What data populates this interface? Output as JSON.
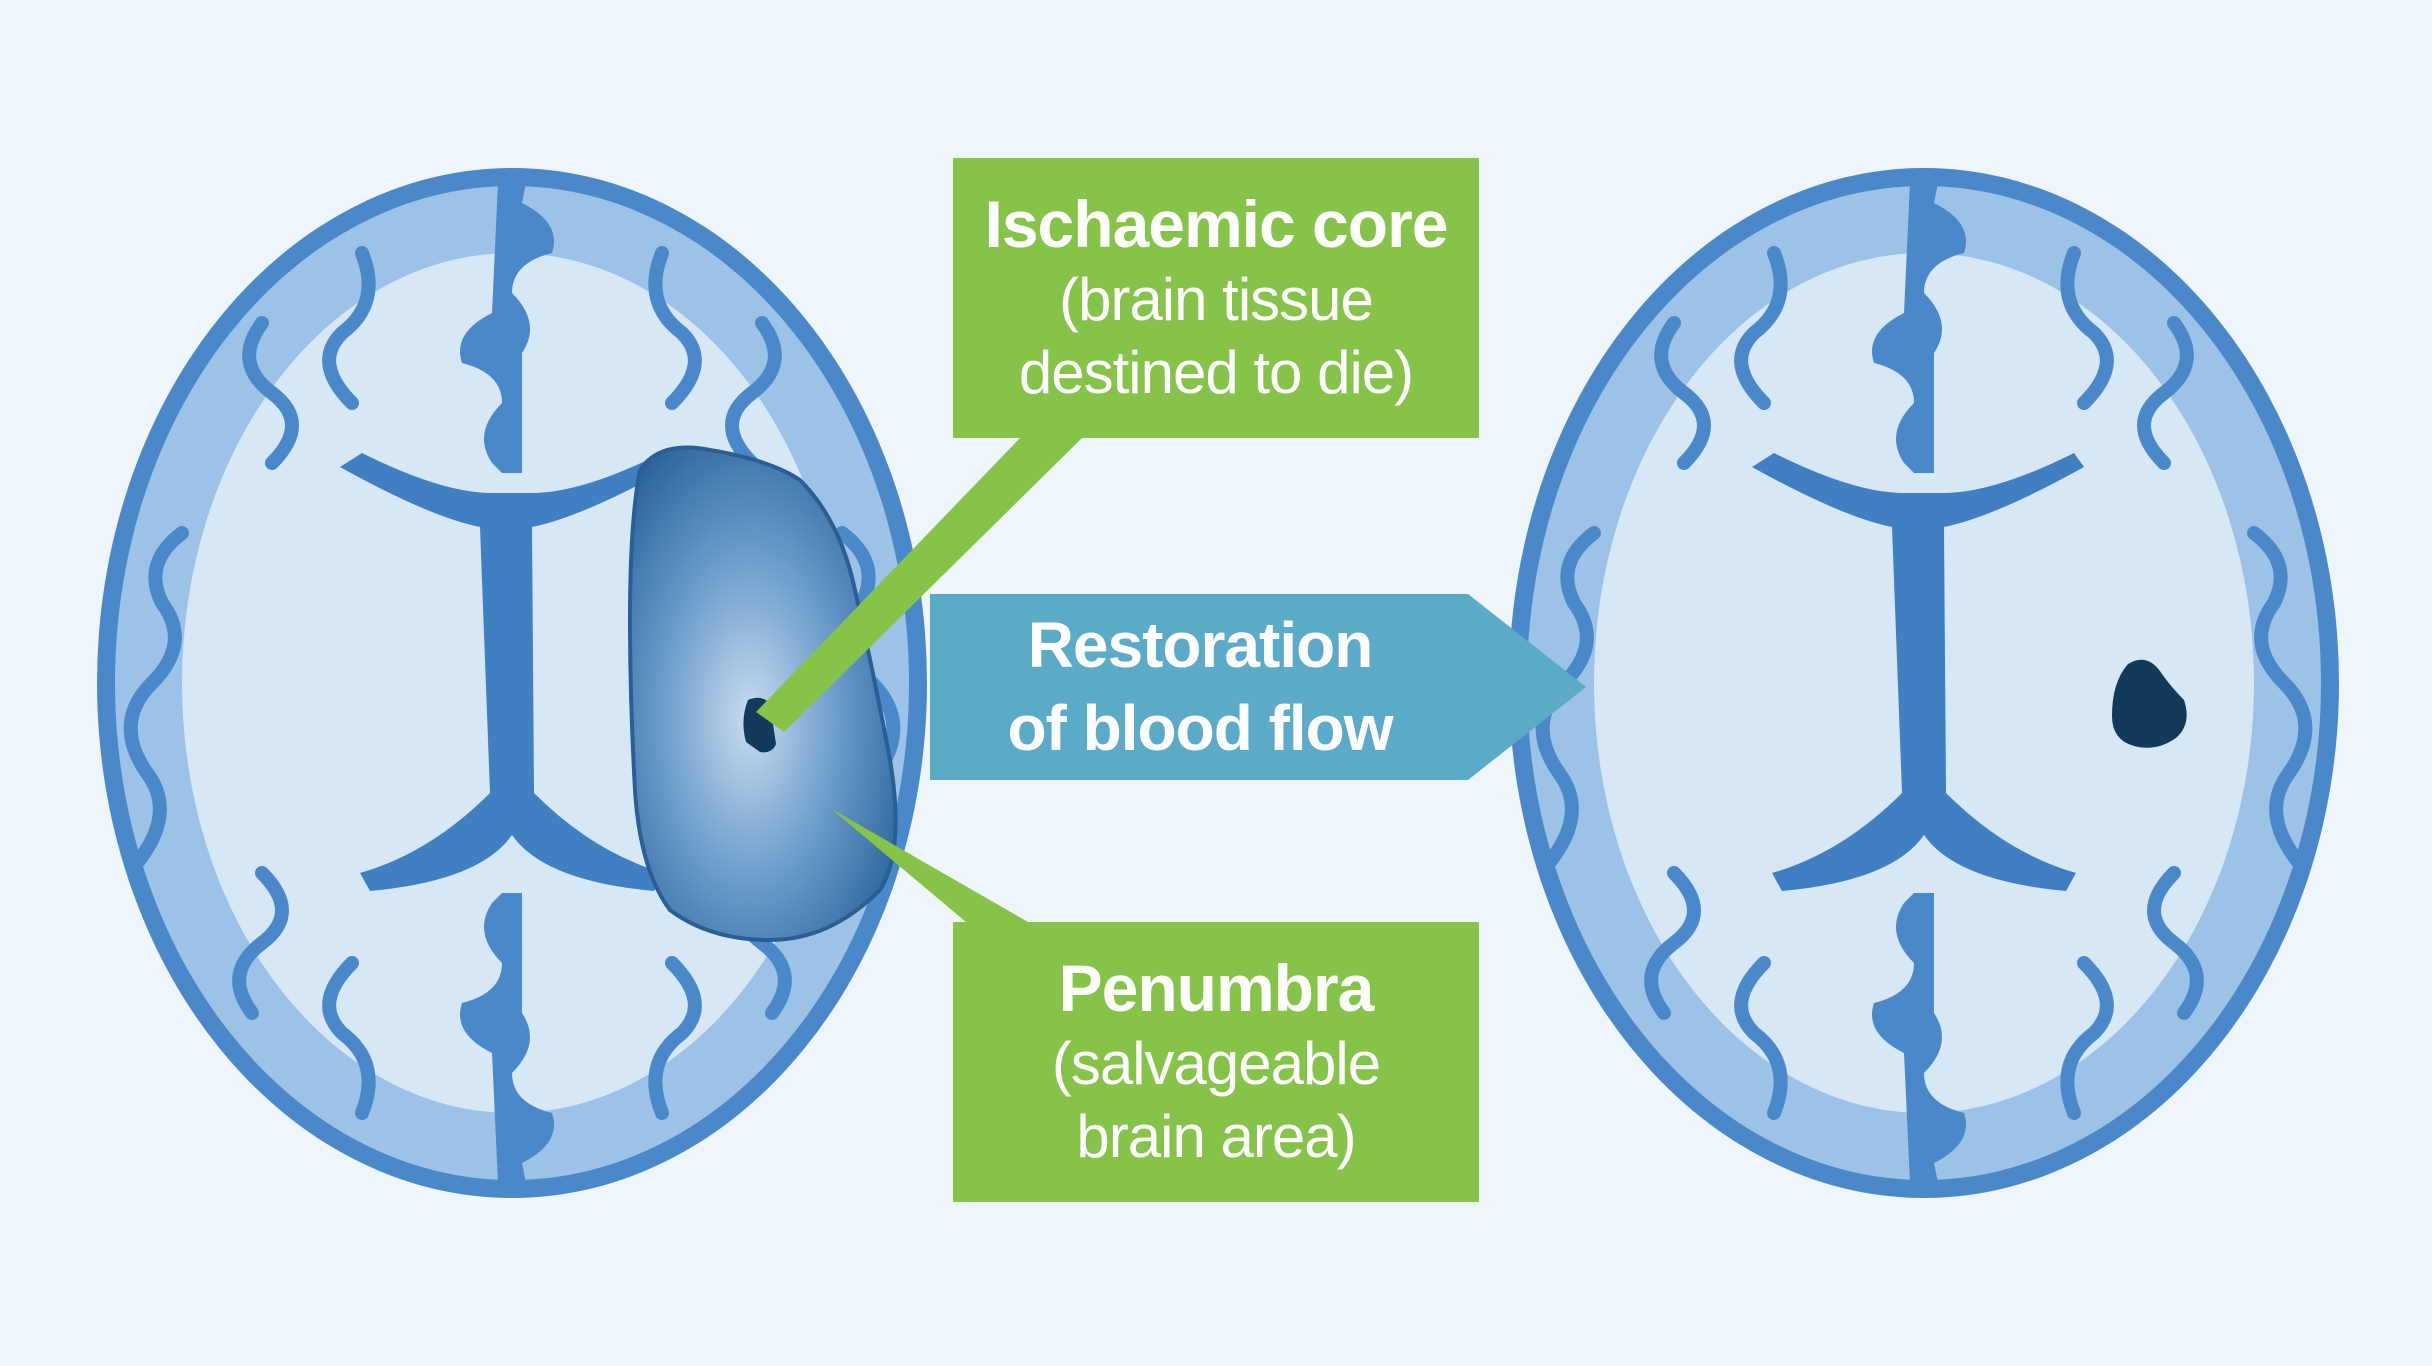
{
  "labels": {
    "core": {
      "title": "Ischaemic core",
      "line1": "(brain tissue",
      "line2": "destined to die)"
    },
    "penumbra": {
      "title": "Penumbra",
      "line1": "(salvageable",
      "line2": "brain area)"
    },
    "flow": {
      "line1": "Restoration",
      "line2": "of blood flow"
    }
  },
  "colors": {
    "background": "#eef6fb",
    "brain_outer": "#4a88c9",
    "brain_cortex": "#9cc2e8",
    "white_matter": "#d6e7f6",
    "ventricle": "#3f7fc2",
    "penumbra": "#2f6aa6",
    "core": "#123a5a",
    "label_green": "#86c349",
    "arrow_teal": "#5aaac8"
  },
  "icons": {
    "left_brain": "brain-axial-section-icon",
    "right_brain": "brain-axial-section-icon"
  }
}
